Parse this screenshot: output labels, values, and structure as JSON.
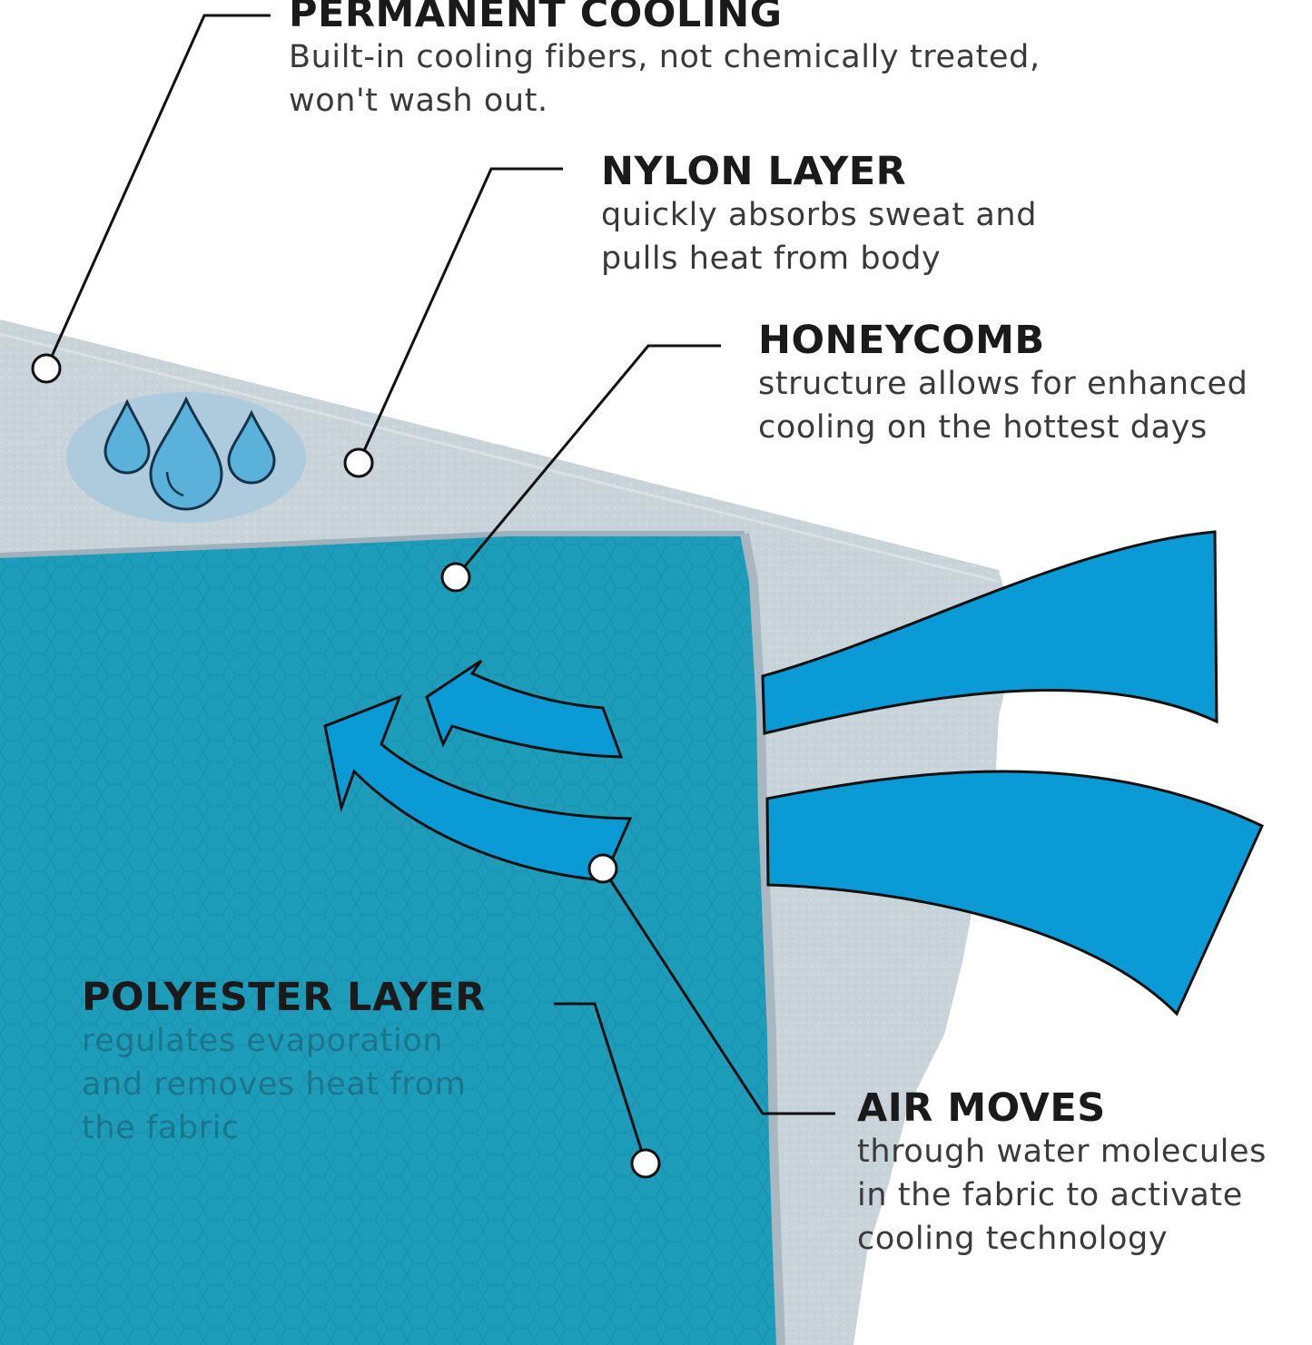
{
  "colors": {
    "background": "#ffffff",
    "nylon_layer": "#c9d3da",
    "polyester_layer": "#1e9dba",
    "air_arrow": "#0a9ad6",
    "water_drop": "#5ab1d9",
    "drop_halo": "#a9c8dd",
    "leader_line": "#111111"
  },
  "icons": {
    "water_drops": "water-drops-icon",
    "leader_marker": "circle-marker-icon"
  },
  "callouts": {
    "permanent_cooling": {
      "title": "PERMANENT COOLING",
      "lines": [
        "Built-in cooling fibers, not chemically treated,",
        "won't wash out."
      ]
    },
    "nylon_layer": {
      "title": "NYLON LAYER",
      "lines": [
        "quickly absorbs sweat and",
        "pulls heat from body"
      ]
    },
    "honeycomb": {
      "title": "HONEYCOMB",
      "lines": [
        "structure allows for enhanced",
        "cooling on the hottest days"
      ]
    },
    "air_moves": {
      "title": "AIR MOVES",
      "lines": [
        "through water molecules",
        "in the fabric to activate",
        "cooling technology"
      ]
    },
    "polyester_layer": {
      "title": "POLYESTER LAYER",
      "lines": [
        "regulates evaporation",
        "and removes heat from",
        "the fabric"
      ]
    }
  }
}
